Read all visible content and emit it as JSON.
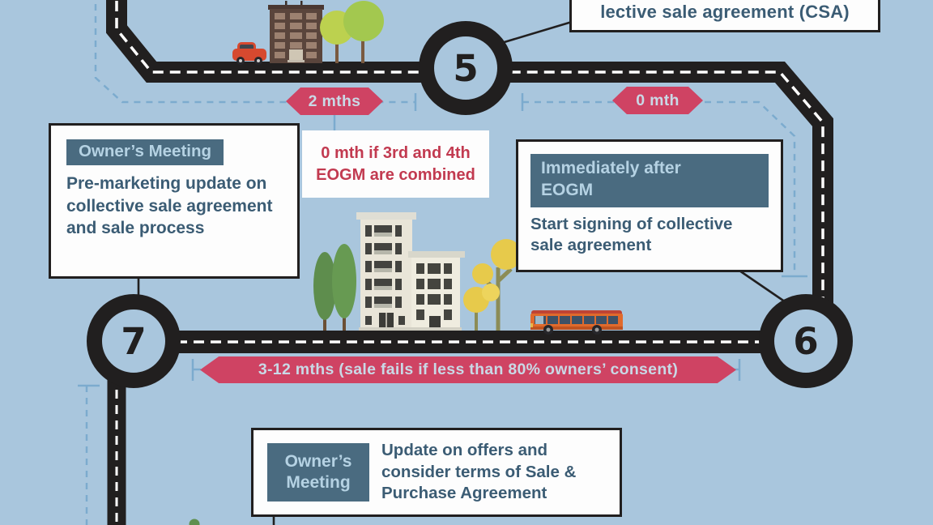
{
  "palette": {
    "background": "#a9c6dd",
    "road": "#211f1f",
    "accent_red": "#cf4363",
    "note_red_text": "#c23a50",
    "header_chip_bg": "#4a6b80",
    "header_chip_text": "#b5d2e3",
    "body_text": "#3b5c74",
    "measure_dash_blue": "#7cabce",
    "box_bg": "#fdfdfd"
  },
  "milestones": {
    "five": "5",
    "six": "6",
    "seven": "7"
  },
  "badges": {
    "two_mths": "2 mths",
    "zero_mth": "0 mth",
    "three_twelve": "3-12 mths (sale fails if less than 80% owners’ consent)"
  },
  "boxes": {
    "csa": {
      "text": "lective sale agreement (CSA)"
    },
    "pre_marketing": {
      "header": "Owner’s Meeting",
      "body": "Pre-marketing update on collective sale agreement and sale process"
    },
    "immediately_after": {
      "header": "Immediately after EOGM",
      "body": "Start signing of collective sale agreement"
    },
    "combined_note": {
      "text": "0 mth if 3rd and 4th EOGM are combined"
    },
    "offers_update": {
      "header": "Owner’s Meeting",
      "body": "Update on offers and consider terms of Sale & Purchase Agreement"
    }
  }
}
